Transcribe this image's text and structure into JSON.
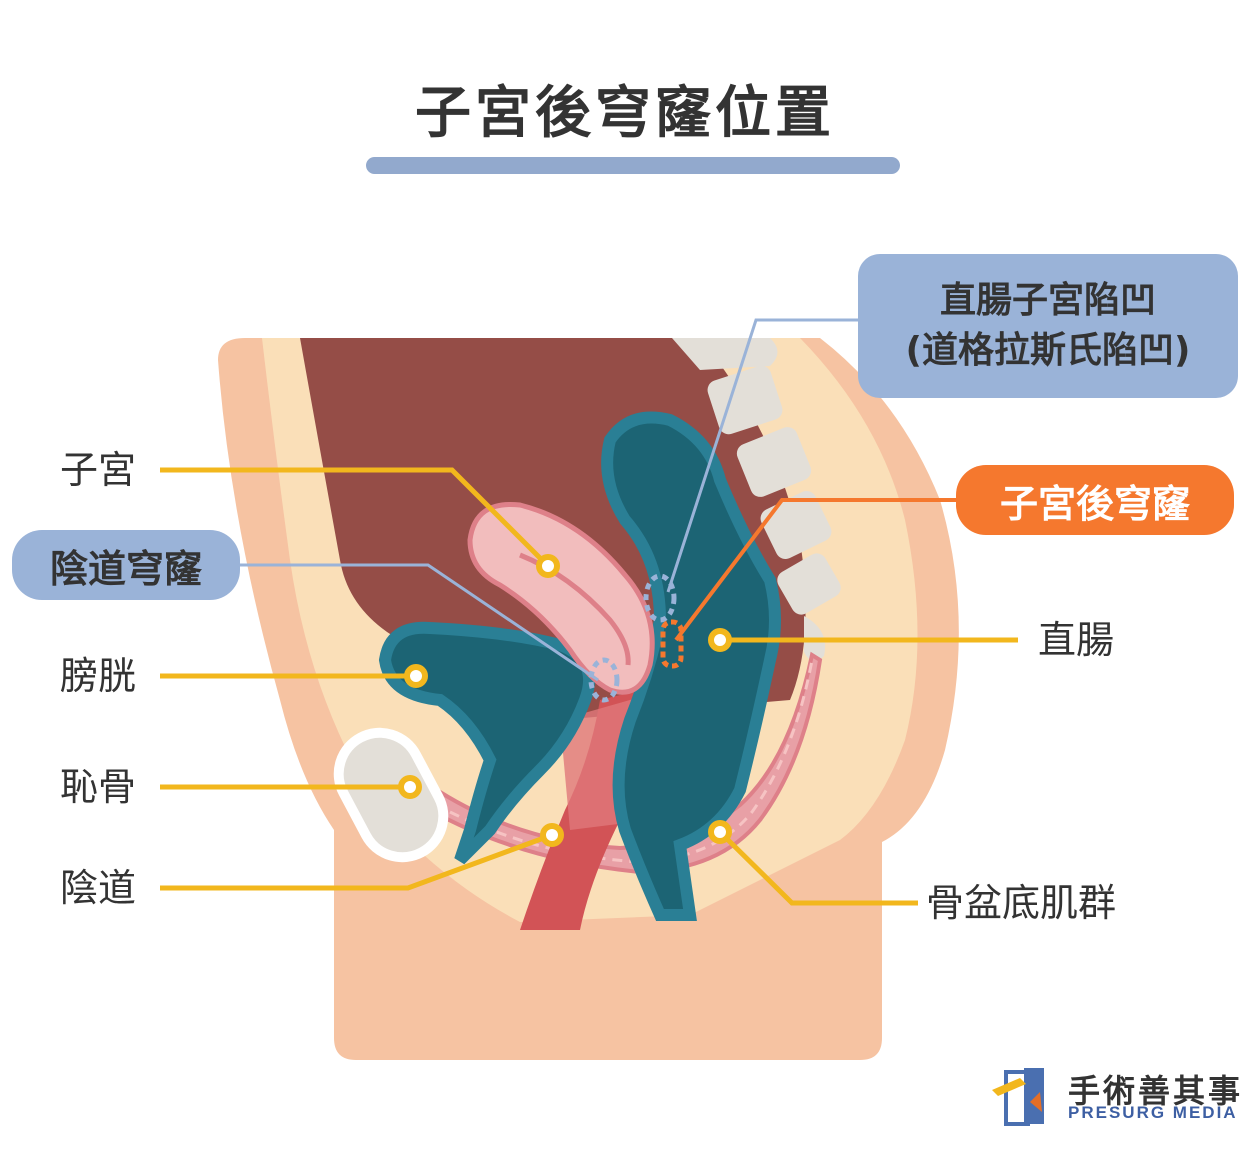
{
  "title": "子宮後穹窿位置",
  "labels": {
    "uterus": "子宮",
    "vaginal_fornix": "陰道穹窿",
    "bladder": "膀胱",
    "pubic_bone": "恥骨",
    "vagina": "陰道",
    "pouch_line1": "直腸子宮陷凹",
    "pouch_line2": "(道格拉斯氏陷凹)",
    "posterior_fornix": "子宮後穹窿",
    "rectum": "直腸",
    "pelvic_floor": "骨盆底肌群"
  },
  "brand": {
    "name_zh": "手術善其事",
    "name_en": "PRESURG MEDIA"
  },
  "colors": {
    "title_bar": "#92a9cd",
    "label_blue": "#9ab3d8",
    "label_orange": "#f5782e",
    "leader_yellow": "#f2b71d",
    "skin": "#f6c3a2",
    "fat": "#fadfb8",
    "cavity": "#954d47",
    "organ_teal": "#1c6474",
    "organ_teal_border": "#2a7f95",
    "uterus_pink": "#f2bdbd",
    "muscle": "#e8a0a6",
    "bone": "#e3dfd8"
  },
  "icons": [
    "presurg-logo-icon"
  ]
}
